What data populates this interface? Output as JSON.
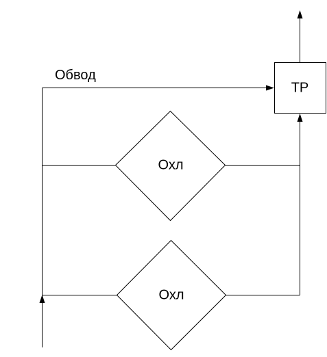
{
  "diagram": {
    "bypass_label": "Обвод",
    "heat_exchanger_label": "ТР",
    "cooler_1_label": "Охл",
    "cooler_2_label": "Охл"
  }
}
